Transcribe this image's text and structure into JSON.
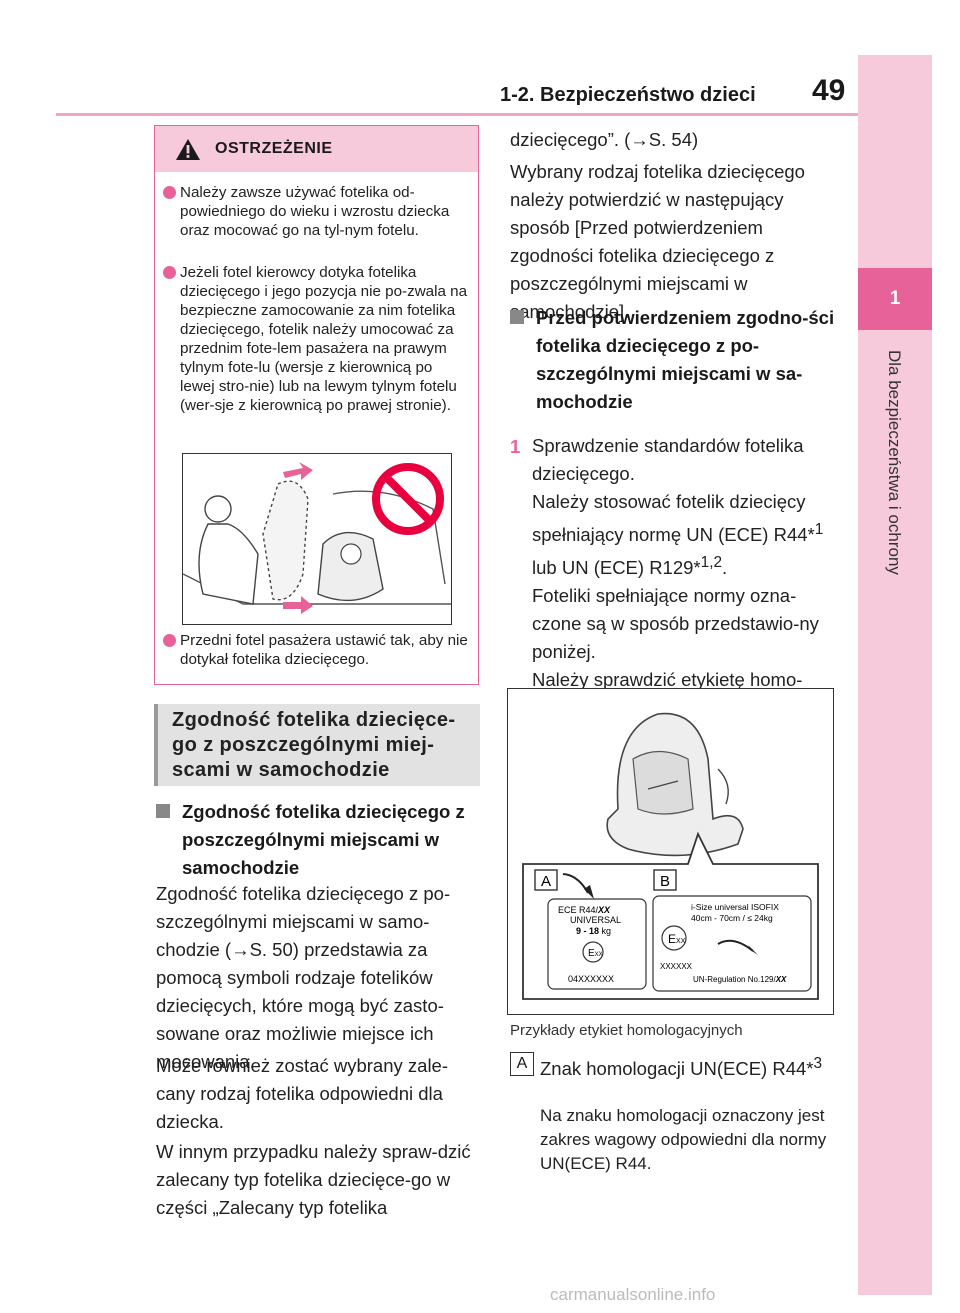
{
  "header": {
    "section_title": "1-2. Bezpieczeństwo dzieci",
    "page_number": "49"
  },
  "side_tab": {
    "chapter_number": "1",
    "chapter_title": "Dla bezpieczeństwa i ochrony"
  },
  "warning": {
    "title": "OSTRZEŻENIE",
    "items": [
      "Należy zawsze używać fotelika od-powiedniego do wieku i wzrostu dziecka oraz mocować go na tyl-nym fotelu.",
      "Jeżeli fotel kierowcy dotyka fotelika dziecięcego i jego pozycja nie po-zwala na bezpieczne zamocowanie za nim fotelika dziecięcego, fotelik należy umocować za przednim fote-lem pasażera na prawym tylnym fote-lu (wersje z kierownicą po lewej stro-nie) lub na lewym tylnym fotelu (wer-sje z kierownicą po prawej stronie).",
      "Przedni fotel pasażera ustawić tak, aby nie dotykał fotelika dziecięcego."
    ]
  },
  "banner": {
    "line1": "Zgodność fotelika dziecięce-",
    "line2": "go z poszczególnymi miej-",
    "line3": "scami w samochodzie"
  },
  "left_col": {
    "subhead": "Zgodność fotelika dziecięcego z poszczególnymi miejscami w samochodzie",
    "p1": "Zgodność fotelika dziecięcego z po-szczególnymi miejscami w samo-chodzie (→S. 50) przedstawia za pomocą symboli rodzaje fotelików dziecięcych, które mogą być zasto-sowane oraz możliwie miejsce ich mocowania.",
    "p2": "Może również zostać wybrany zale-cany rodzaj fotelika odpowiedni dla dziecka.",
    "p3": "W innym przypadku należy spraw-dzić zalecany typ fotelika dziecięce-go w części „Zalecany typ fotelika"
  },
  "right_col": {
    "p1": "dziecięcego”. (→S. 54)",
    "p2": "Wybrany rodzaj fotelika dziecięcego należy potwierdzić w następujący sposób [Przed potwierdzeniem zgodności fotelika dziecięcego z poszczególnymi miejscami w samochodzie].",
    "subhead": "Przed potwierdzeniem zgodno-ści fotelika dziecięcego z po-szczególnymi miejscami w sa-mochodzie",
    "step_number": "1",
    "step_title": "Sprawdzenie standardów fotelika dziecięcego.",
    "step_text_a": "Należy stosować fotelik dziecięcy spełniający normę UN (ECE) R44*",
    "step_sup1": "1",
    "step_text_b": " lub UN (ECE) R129*",
    "step_sup2": "1,2",
    "step_text_c": ".",
    "step_text_d": "Foteliki spełniające normy ozna-czone są w sposób przedstawio-ny poniżej.",
    "step_text_e": "Należy sprawdzić etykietę homo-logacyjną dołączoną do fotelika dziecięcego.",
    "caption": "Przykłady etykiet homologacyjnych",
    "item_letter": "A",
    "item_title_a": "Znak homologacji UN(ECE) R44*",
    "item_sup": "3",
    "item_text": "Na znaku homologacji oznaczony jest zakres wagowy odpowiedni dla normy UN(ECE) R44."
  },
  "label_image": {
    "label_a": "A",
    "label_b": "B",
    "a_line1": "ECE R44/",
    "a_line1_x": "XX",
    "a_line2": "UNIVERSAL",
    "a_line3": "9 - 18",
    "a_line3_unit": "kg",
    "a_code": "04XXXXXX",
    "emark": "E",
    "emark_sub": "XX",
    "b_line1": "i-Size universal ISOFIX",
    "b_line2": "40cm - 70cm / ≤ 24kg",
    "b_code": "XXXXXX",
    "b_reg": "UN-Regulation No.129/",
    "b_reg_x": "XX"
  },
  "footer": "carmanualsonline.info"
}
